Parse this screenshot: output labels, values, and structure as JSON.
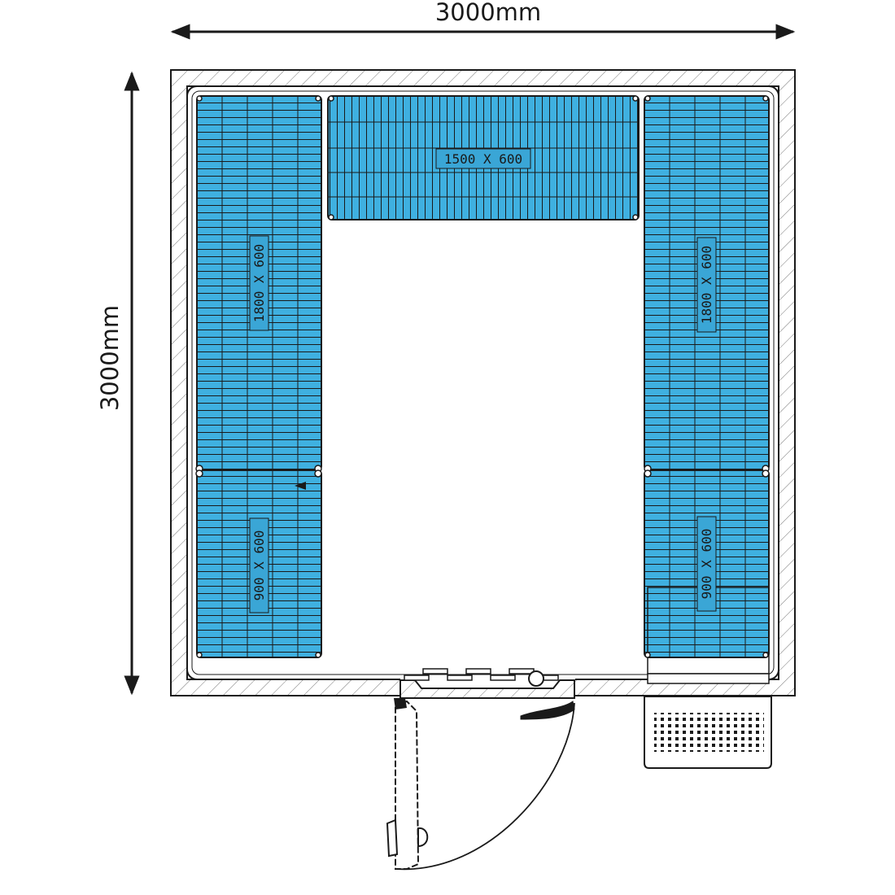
{
  "dimensions": {
    "width_label": "3000mm",
    "height_label": "3000mm"
  },
  "shelves": [
    {
      "id": "top-center",
      "label": "1500 X 600"
    },
    {
      "id": "left-upper",
      "label": "1800 X 600"
    },
    {
      "id": "right-upper",
      "label": "1800 X 600"
    },
    {
      "id": "left-lower",
      "label": "900 X 600"
    },
    {
      "id": "right-lower",
      "label": "900 X 600"
    }
  ],
  "colors": {
    "shelf_fill": "#3fb0e0",
    "line": "#1a1a1a",
    "wall_hatch": "#666666",
    "label_fill": "#3aa6d6"
  },
  "icons": {
    "door": "swing-door-icon",
    "vent": "refrigeration-vent-icon"
  }
}
